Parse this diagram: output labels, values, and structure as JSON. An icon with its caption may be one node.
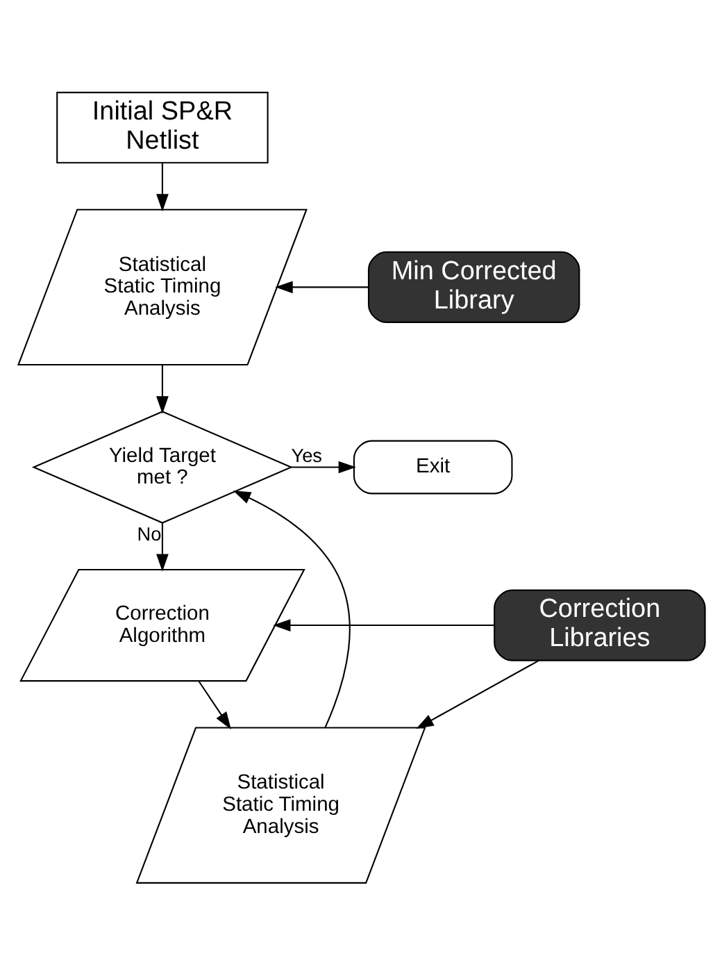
{
  "diagram": {
    "nodes": [
      {
        "text": [
          "Initial SP&R Netlist"
        ]
      },
      {
        "text": [
          "Statistical Static Timing Analysis"
        ]
      },
      {
        "text": [
          "Min Corrected Library"
        ]
      },
      {
        "text": [
          "Yield Target met ?"
        ]
      },
      {
        "text": [
          "Exit"
        ]
      },
      {
        "text": [
          "Correction Algorithm"
        ]
      },
      {
        "text": [
          "Correction Libraries"
        ]
      },
      {
        "text": [
          "Statistical Static Timing Analysis"
        ]
      }
    ],
    "edges": [
      {
        "from": 0,
        "to": 1,
        "arrow": "to"
      },
      {
        "from": 2,
        "to": 1,
        "arrow": "to"
      },
      {
        "from": 1,
        "to": 3,
        "arrow": "to"
      },
      {
        "from": 3,
        "to": 4,
        "arrow": "to",
        "label": "Yes"
      },
      {
        "from": 3,
        "to": 5,
        "arrow": "to",
        "label": "No"
      },
      {
        "from": 6,
        "to": 5,
        "arrow": "to"
      },
      {
        "from": 5,
        "to": 7,
        "arrow": "to"
      },
      {
        "from": 6,
        "to": 7,
        "arrow": "to"
      },
      {
        "from": 7,
        "to": 3,
        "arrow": "to"
      }
    ]
  }
}
